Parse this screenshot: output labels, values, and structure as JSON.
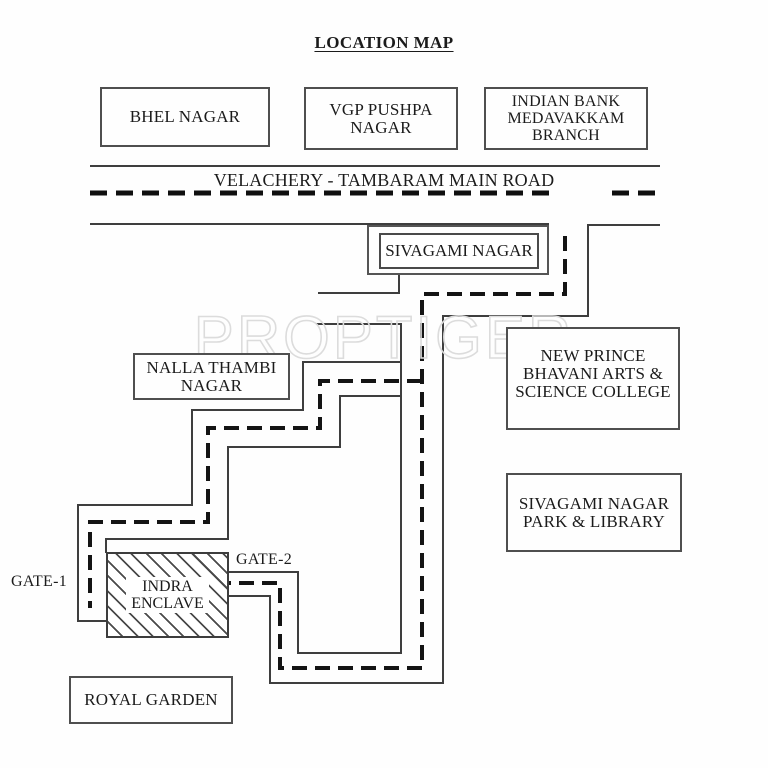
{
  "title": "LOCATION MAP",
  "watermark": "PROPTIGER",
  "main_road": {
    "label": "VELACHERY - TAMBARAM MAIN ROAD"
  },
  "places": {
    "bhel": "BHEL NAGAR",
    "vgp": "VGP PUSHPA\nNAGAR",
    "indian_bank": "INDIAN BANK\nMEDAVAKKAM\nBRANCH",
    "sivagami_nagar": "SIVAGAMI NAGAR",
    "nalla_thambi": "NALLA THAMBI\nNAGAR",
    "new_prince_college": "NEW PRINCE\nBHAVANI ARTS &\nSCIENCE COLLEGE",
    "sivagami_park": "SIVAGAMI NAGAR\nPARK & LIBRARY",
    "indra_enclave": "INDRA\nENCLAVE",
    "royal_garden": "ROYAL GARDEN"
  },
  "gates": {
    "gate1": "GATE-1",
    "gate2": "GATE-2"
  },
  "colors": {
    "background": "#fefefe",
    "road_outline": "#3e3e3e",
    "road_dash": "#0f0f0f",
    "box_border": "#4f4f4f",
    "text": "#1b1b1b",
    "watermark_outline": "#dcdcdc"
  }
}
